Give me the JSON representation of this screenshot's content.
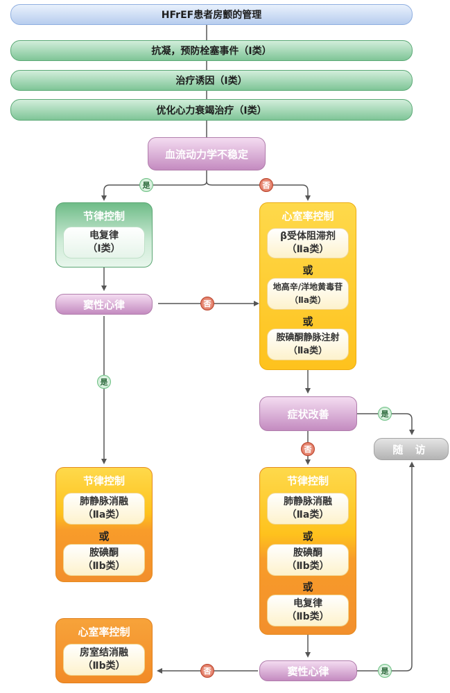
{
  "title": "HFrEF患者房颤的管理",
  "steps": [
    "抗凝，预防栓塞事件（Ⅰ类）",
    "治疗诱因（Ⅰ类）",
    "优化心力衰竭治疗（Ⅰ类）"
  ],
  "decision_hemo": "血流动力学不稳定",
  "yes": "是",
  "no": "否",
  "or": "或",
  "left_rhythm": {
    "title": "节律控制",
    "item_line1": "电复律",
    "item_line2": "（Ⅰ类）"
  },
  "sinus_rhythm_1": "窦性心律",
  "rate_control": {
    "title": "心室率控制",
    "items": [
      {
        "line1": "β受体阻滞剂",
        "line2": "（Ⅱa类）"
      },
      {
        "line1": "地高辛/洋地黄毒苷",
        "line2": "（Ⅱa类）"
      },
      {
        "line1": "胺碘酮静脉注射",
        "line2": "（Ⅱa类）"
      }
    ]
  },
  "symptom": "症状改善",
  "followup": "随 访",
  "left_rhythm2": {
    "title": "节律控制",
    "items": [
      {
        "line1": "肺静脉消融",
        "line2": "（Ⅱa类）"
      },
      {
        "line1": "胺碘酮",
        "line2": "（Ⅱb类）"
      }
    ]
  },
  "right_rhythm2": {
    "title": "节律控制",
    "items": [
      {
        "line1": "肺静脉消融",
        "line2": "（Ⅱa类）"
      },
      {
        "line1": "胺碘酮",
        "line2": "（Ⅱb类）"
      },
      {
        "line1": "电复律",
        "line2": "（Ⅱb类）"
      }
    ]
  },
  "sinus_rhythm_2": "窦性心律",
  "rate_control2": {
    "title": "心室率控制",
    "item_line1": "房室结消融",
    "item_line2": "（Ⅱb类）"
  }
}
